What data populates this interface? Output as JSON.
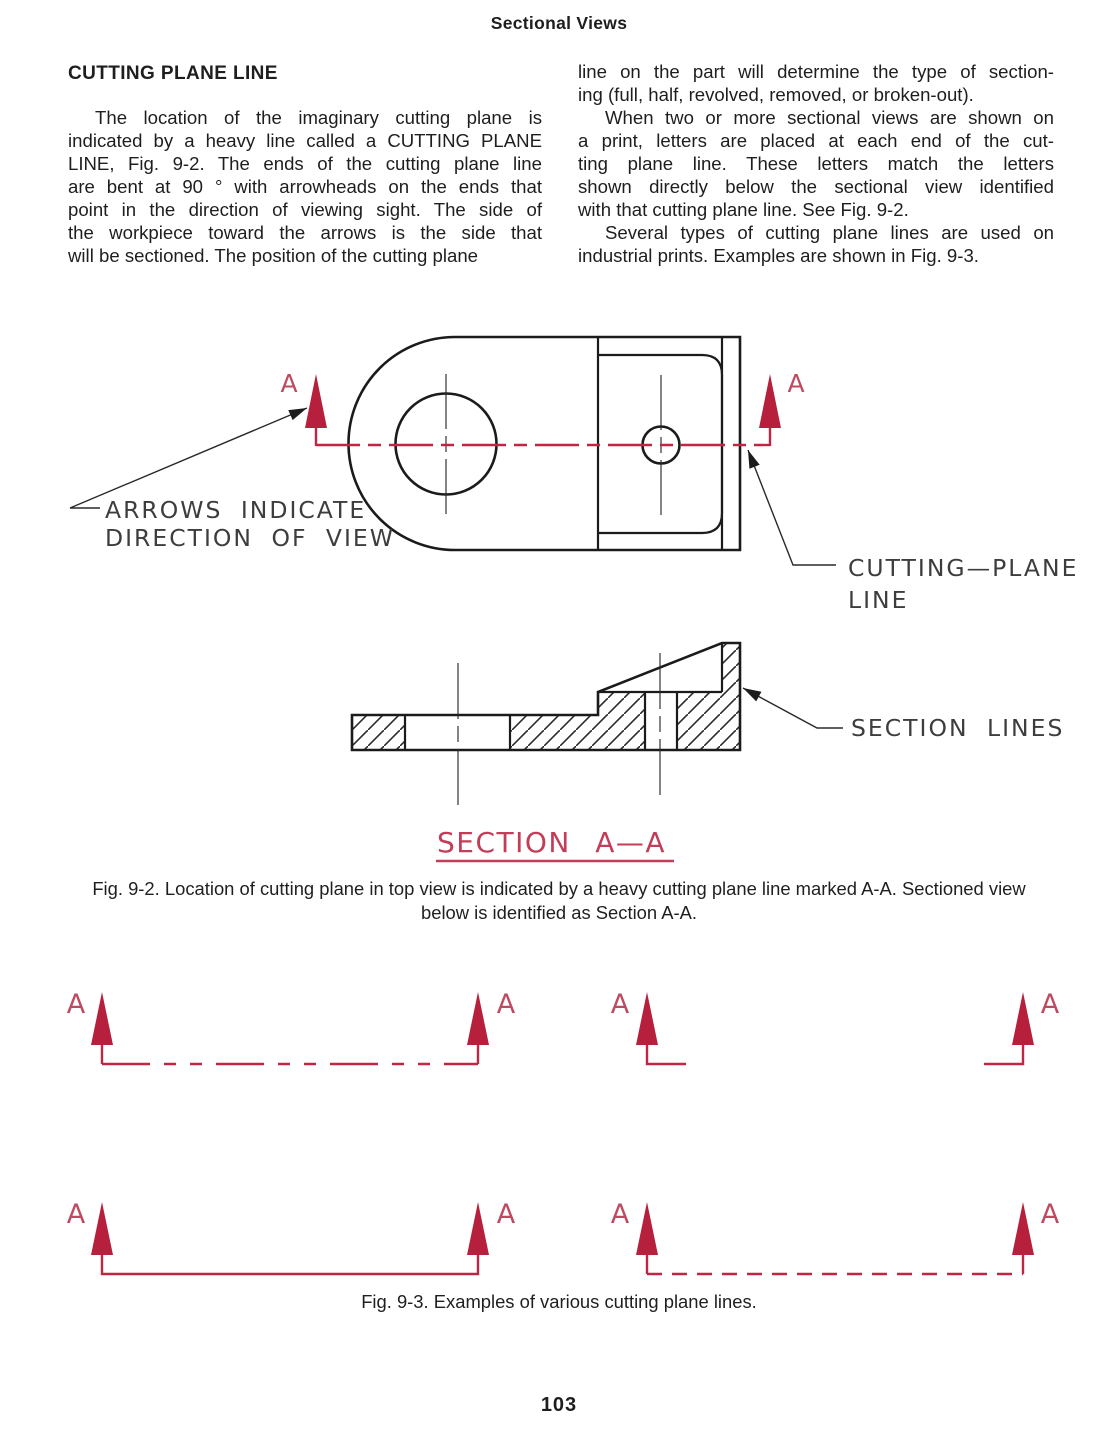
{
  "colors": {
    "accent_red": "#b6203c",
    "red_line": "#c02544",
    "ink": "#1b1b1b",
    "cad_gray": "#3d3d3d"
  },
  "page": {
    "header": "Sectional Views",
    "number": "103"
  },
  "article": {
    "heading": "CUTTING PLANE LINE",
    "left_lines": [
      "The location of the imaginary cutting plane is",
      "indicated by a heavy line called a CUTTING PLANE",
      "LINE, Fig. 9-2. The ends of the cutting plane line",
      "are bent at 90 ° with arrowheads on the ends that",
      "point in the direction of viewing sight. The side of",
      "the workpiece toward the arrows is the side that",
      "will be sectioned. The position of the cutting plane"
    ],
    "right_p1_lines": [
      "line on the part will determine the type of section-",
      "ing (full, half, revolved, removed, or broken-out)."
    ],
    "right_p2_lines": [
      "When two or more sectional views are shown on",
      "a print, letters are placed at each end of the cut-",
      "ting plane line. These letters match the letters",
      "shown directly below the sectional view identified",
      "with that cutting plane line. See Fig. 9-2."
    ],
    "right_p3_lines": [
      "Several types of cutting plane lines are used on",
      "industrial prints. Examples are shown in Fig. 9-3."
    ]
  },
  "fig9_2": {
    "label_a": "A",
    "arrows_note_line1": "ARROWS INDICATE",
    "arrows_note_line2": "DIRECTION OF VIEW",
    "cutting_plane_label_line1": "CUTTING—PLANE",
    "cutting_plane_label_line2": "LINE",
    "section_lines_label": "SECTION LINES",
    "section_title": "SECTION A—A",
    "caption_line1": "Fig. 9-2. Location of cutting plane in top view is indicated by a heavy cutting plane line marked A-A. Sectioned view",
    "caption_line2": "below is identified as Section A-A."
  },
  "fig9_3": {
    "label_a": "A",
    "caption": "Fig. 9-3. Examples of various cutting plane lines."
  }
}
